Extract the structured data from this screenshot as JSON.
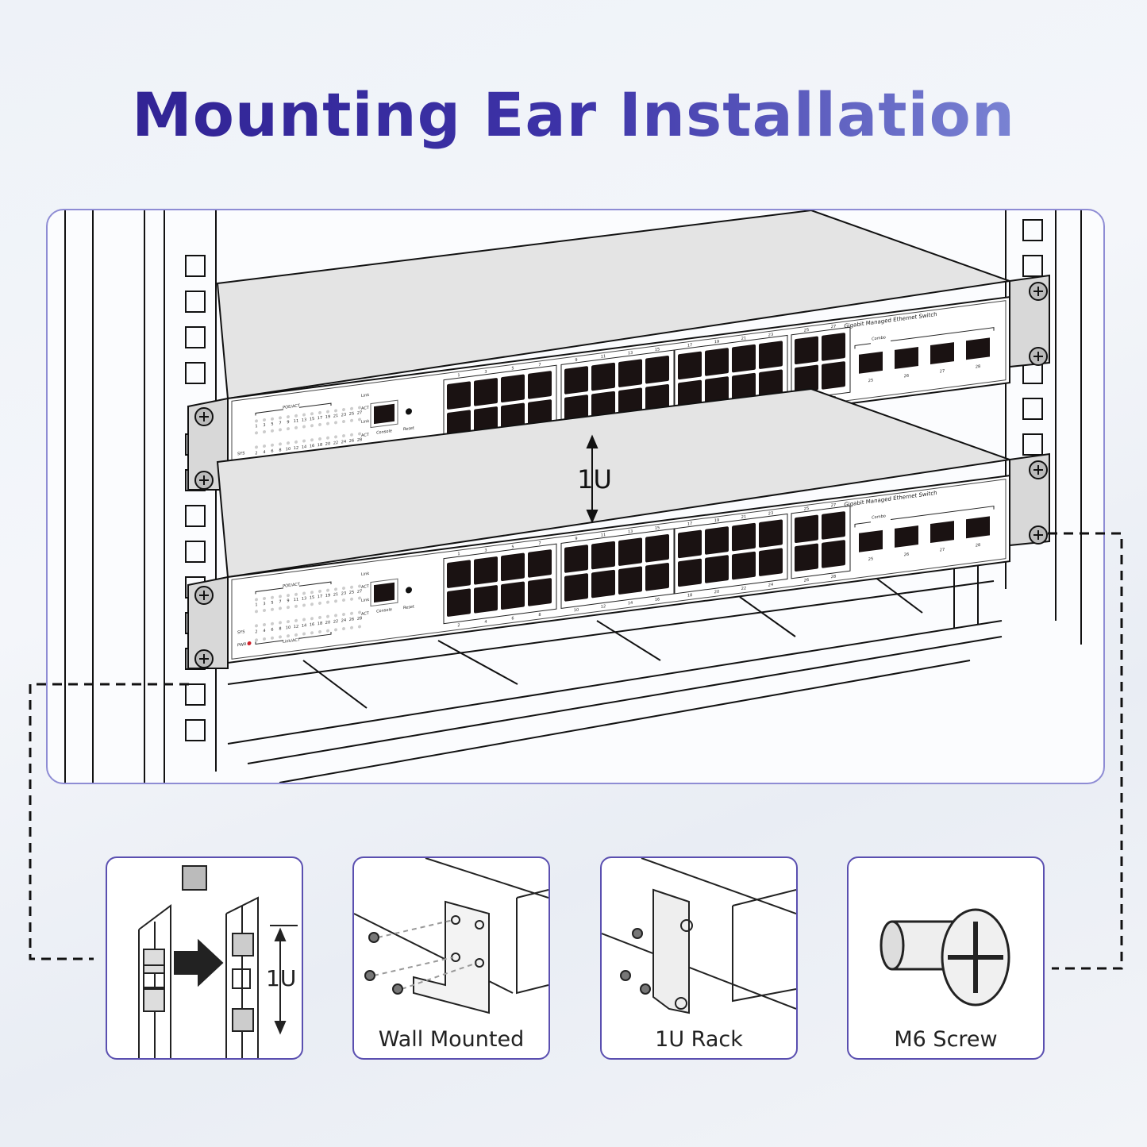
{
  "title": "Mounting Ear Installation",
  "spacing_label": "1U",
  "switch": {
    "model_text": "Gigabit Managed Ethernet Switch",
    "poe_act": "POE/ACT",
    "link_act": "Link/ACT",
    "led_odd": [
      "1",
      "3",
      "5",
      "7",
      "9",
      "11",
      "13",
      "15",
      "17",
      "19",
      "21",
      "23",
      "25",
      "27"
    ],
    "led_even": [
      "2",
      "4",
      "6",
      "8",
      "10",
      "12",
      "14",
      "16",
      "18",
      "20",
      "22",
      "24",
      "26",
      "28"
    ],
    "link": "Link",
    "act": "ACT",
    "sys": "SYS",
    "pwr": "PWR",
    "console": "Console",
    "reset": "Reset",
    "combo": "Combo",
    "port_groups": [
      {
        "top": [
          "1",
          "3",
          "5",
          "7"
        ],
        "bottom": [
          "2",
          "4",
          "6",
          "8"
        ]
      },
      {
        "top": [
          "9",
          "11",
          "13",
          "15"
        ],
        "bottom": [
          "10",
          "12",
          "14",
          "16"
        ]
      },
      {
        "top": [
          "17",
          "19",
          "21",
          "23"
        ],
        "bottom": [
          "18",
          "20",
          "22",
          "24"
        ]
      },
      {
        "top": [
          "25",
          "27"
        ],
        "bottom": [
          "26",
          "28"
        ]
      }
    ],
    "sfp_ports": [
      "25",
      "26",
      "27",
      "28"
    ],
    "pwr_led_color": "#d0202a"
  },
  "cards": [
    {
      "caption": "",
      "label": "1U"
    },
    {
      "caption": "Wall Mounted"
    },
    {
      "caption": "1U Rack"
    },
    {
      "caption": "M6 Screw"
    }
  ]
}
